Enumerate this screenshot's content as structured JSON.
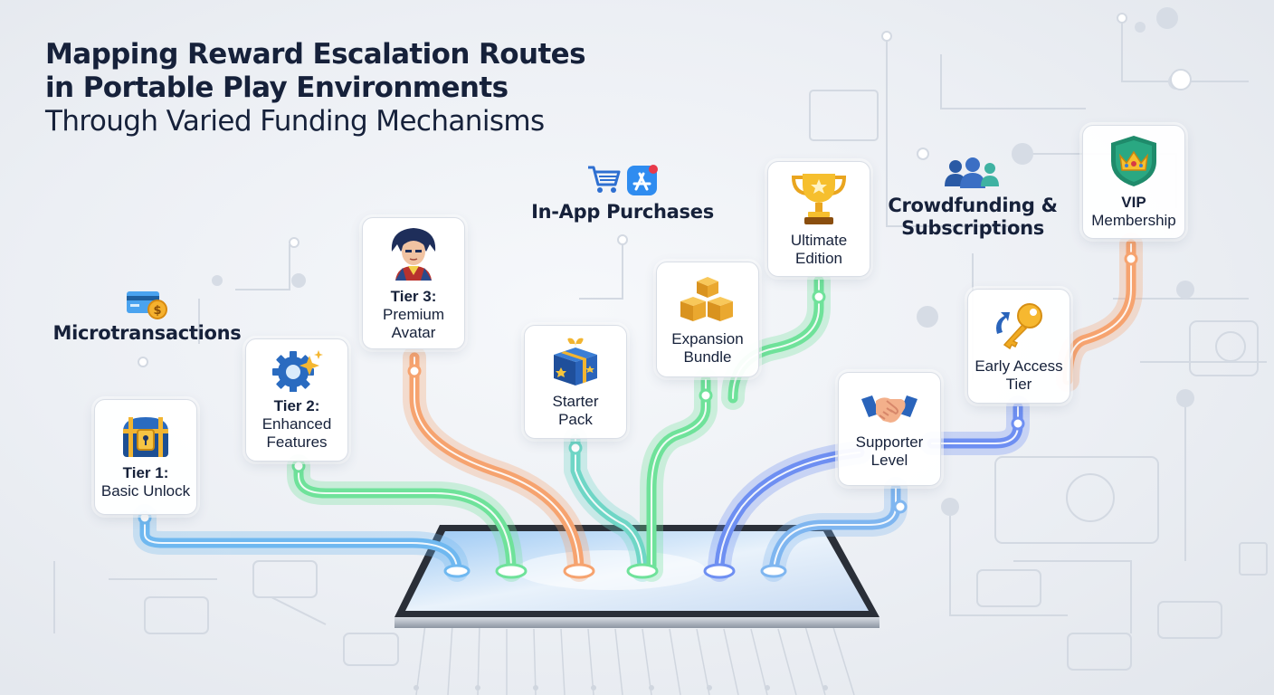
{
  "title": {
    "line1": "Mapping Reward Escalation Routes",
    "line2": "in Portable Play Environments",
    "line3": "Through Varied Funding Mechanisms"
  },
  "categories": {
    "microtransactions": "Microtransactions",
    "in_app": "In-App Purchases",
    "crowdfunding_line1": "Crowdfunding &",
    "crowdfunding_line2": "Subscriptions"
  },
  "cards": {
    "tier1": {
      "title": "Tier 1:",
      "sub": "Basic Unlock",
      "icon": "treasure-chest-lock-icon"
    },
    "tier2": {
      "title": "Tier 2:",
      "line1": "Enhanced",
      "line2": "Features",
      "icon": "gear-sparkle-icon"
    },
    "tier3": {
      "title": "Tier 3:",
      "line1": "Premium",
      "line2": "Avatar",
      "icon": "avatar-character-icon"
    },
    "starter": {
      "line1": "Starter",
      "line2": "Pack",
      "icon": "gift-box-icon"
    },
    "expansion": {
      "line1": "Expansion",
      "line2": "Bundle",
      "icon": "stacked-boxes-icon"
    },
    "ultimate": {
      "line1": "Ultimate",
      "line2": "Edition",
      "icon": "trophy-icon"
    },
    "supporter": {
      "line1": "Supporter",
      "line2": "Level",
      "icon": "handshake-icon"
    },
    "early": {
      "line1": "Early Access",
      "line2": "Tier",
      "icon": "key-icon"
    },
    "vip": {
      "title": "VIP",
      "sub": "Membership",
      "icon": "crown-shield-icon"
    }
  },
  "colors": {
    "blue_route": "#6fb8f0",
    "green_route": "#6fe29a",
    "orange_route": "#f6a36f",
    "deep_blue_route": "#6e8ff2",
    "title": "#16213a"
  }
}
